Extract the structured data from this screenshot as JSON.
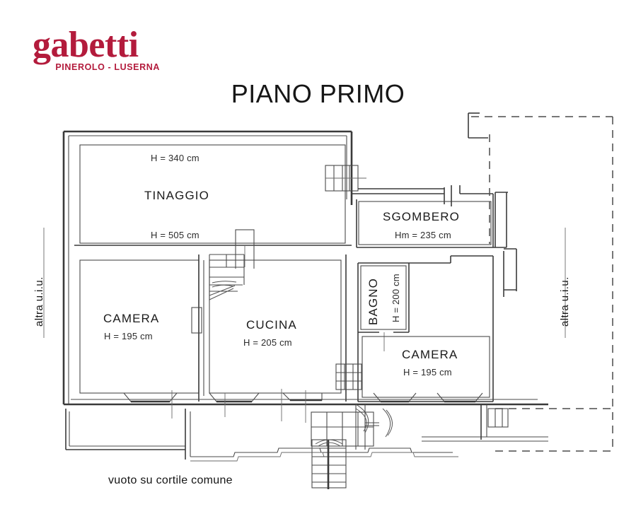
{
  "logo": {
    "wordmark": "gabetti",
    "tagline": "PINEROLO - LUSERNA",
    "brand_color": "#b31b3c"
  },
  "plan": {
    "title": "PIANO PRIMO",
    "line_color": "#333333",
    "dashed_color": "#444444",
    "rooms": [
      {
        "name": "TINAGGIO",
        "height_label_top": "H = 340 cm",
        "height_label_bottom": "H = 505 cm"
      },
      {
        "name": "SGOMBERO",
        "height_label": "Hm = 235 cm"
      },
      {
        "name": "CAMERA",
        "height_label": "H = 195 cm"
      },
      {
        "name": "CUCINA",
        "height_label": "H = 205 cm"
      },
      {
        "name": "BAGNO",
        "height_label": "H = 200 cm"
      },
      {
        "name": "CAMERA",
        "height_label": "H = 195 cm"
      }
    ],
    "labels": {
      "tinaggio_name": "TINAGGIO",
      "tinaggio_h_top": "H = 340 cm",
      "tinaggio_h_bottom": "H = 505 cm",
      "sgombero_name": "SGOMBERO",
      "sgombero_h": "Hm = 235 cm",
      "camera_left_name": "CAMERA",
      "camera_left_h": "H = 195 cm",
      "cucina_name": "CUCINA",
      "cucina_h": "H = 205 cm",
      "bagno_name": "BAGNO",
      "bagno_h": "H = 200 cm",
      "camera_right_name": "CAMERA",
      "camera_right_h": "H = 195 cm",
      "left_unit": "altra u.i.u.",
      "right_unit": "altra u.i.u.",
      "courtyard": "vuoto su cortile comune"
    }
  }
}
